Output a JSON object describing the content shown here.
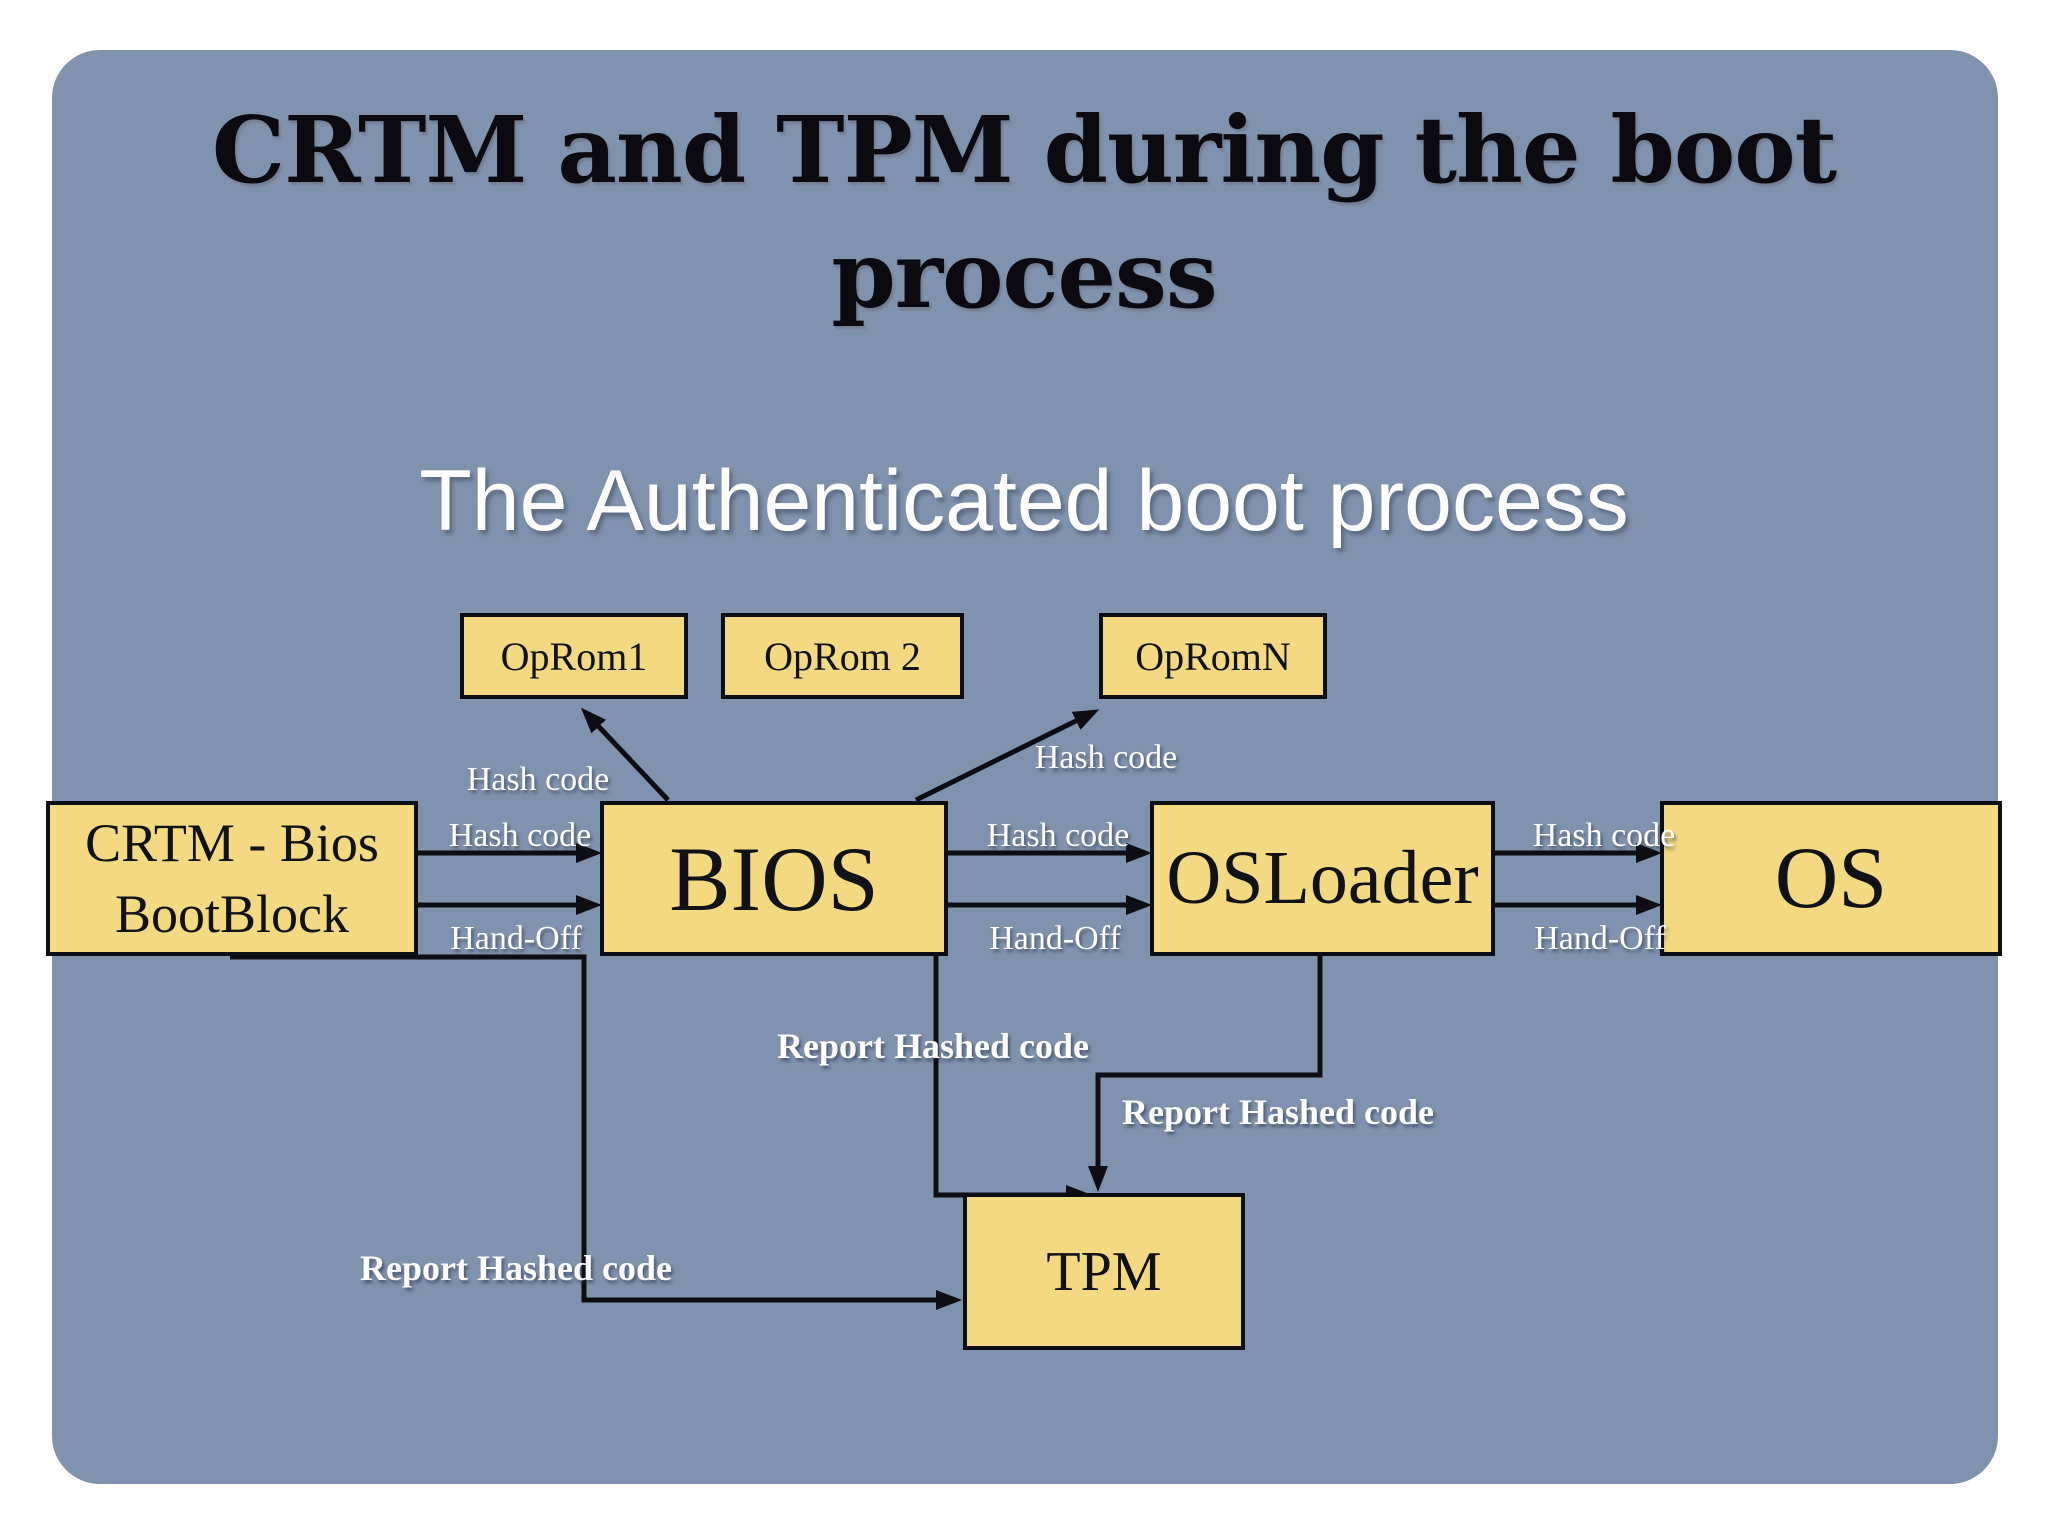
{
  "slide": {
    "title_lines": [
      "CRTM and TPM during the boot",
      "process"
    ],
    "subtitle": "The Authenticated boot process",
    "colors": {
      "page_bg": "#ffffff",
      "slide_bg": "#8093ae",
      "box_fill": "#f3d981",
      "box_border": "#0d0d14",
      "connector": "#0d0d14",
      "title_text": "#0a0a10",
      "box_text": "#111118",
      "label_text": "#ffffff"
    }
  },
  "nodes": [
    {
      "id": "oprom1",
      "label": "OpRom1"
    },
    {
      "id": "oprom2",
      "label": "OpRom 2"
    },
    {
      "id": "opromn",
      "label": "OpRomN"
    },
    {
      "id": "crtm",
      "label_lines": [
        "CRTM - Bios",
        "BootBlock"
      ]
    },
    {
      "id": "bios",
      "label": "BIOS"
    },
    {
      "id": "osloader",
      "label": "OSLoader"
    },
    {
      "id": "os",
      "label": "OS"
    },
    {
      "id": "tpm",
      "label": "TPM"
    }
  ],
  "edges": [
    {
      "from": "CRTM - Bios BootBlock",
      "to": "BIOS",
      "label": "Hash code"
    },
    {
      "from": "CRTM - Bios BootBlock",
      "to": "BIOS",
      "label": "Hand-Off"
    },
    {
      "from": "BIOS",
      "to": "OpRom1",
      "label": "Hash code"
    },
    {
      "from": "BIOS",
      "to": "OpRomN",
      "label": "Hash code"
    },
    {
      "from": "BIOS",
      "to": "OSLoader",
      "label": "Hash code"
    },
    {
      "from": "BIOS",
      "to": "OSLoader",
      "label": "Hand-Off"
    },
    {
      "from": "OSLoader",
      "to": "OS",
      "label": "Hash code"
    },
    {
      "from": "OSLoader",
      "to": "OS",
      "label": "Hand-Off"
    },
    {
      "from": "CRTM - Bios BootBlock",
      "to": "TPM",
      "label": "Report Hashed code"
    },
    {
      "from": "BIOS",
      "to": "TPM",
      "label": "Report Hashed code"
    },
    {
      "from": "OSLoader",
      "to": "TPM",
      "label": "Report Hashed code"
    }
  ]
}
